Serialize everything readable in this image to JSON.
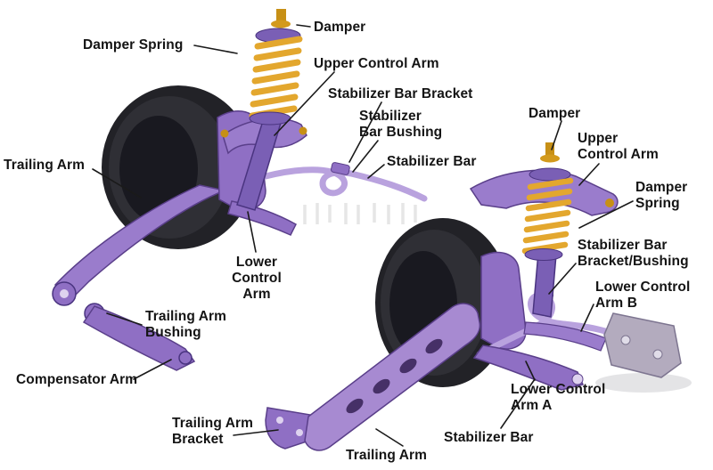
{
  "colors": {
    "background": "#ffffff",
    "label_text": "#141414",
    "tire_dark": "#222227",
    "arm_purple": "#8f6fc4",
    "arm_purple_light": "#9a7ccc",
    "strut_purple": "#7a5fb5",
    "spring_gold": "#e3a72e",
    "gold_metal": "#c79016",
    "stabilizer_lilac": "#b9a2de",
    "bracket_gray": "#b3abbe",
    "leader_line": "#1a1a1a"
  },
  "labels": [
    {
      "id": "damper-left",
      "text": "Damper"
    },
    {
      "id": "damper-spring-left",
      "text": "Damper Spring"
    },
    {
      "id": "upper-control-arm-left",
      "text": "Upper Control Arm"
    },
    {
      "id": "stabilizer-bar-bracket-left",
      "text": "Stabilizer Bar Bracket"
    },
    {
      "id": "stabilizer-bar-bushing-left",
      "text": "Stabilizer\nBar Bushing"
    },
    {
      "id": "stabilizer-bar-left",
      "text": "Stabilizer Bar"
    },
    {
      "id": "trailing-arm-left",
      "text": "Trailing Arm"
    },
    {
      "id": "lower-control-arm-left",
      "text": "Lower\nControl\nArm"
    },
    {
      "id": "trailing-arm-bushing-left",
      "text": "Trailing Arm\nBushing"
    },
    {
      "id": "compensator-arm-left",
      "text": "Compensator Arm"
    },
    {
      "id": "trailing-arm-bracket-left",
      "text": "Trailing Arm\nBracket"
    },
    {
      "id": "damper-right",
      "text": "Damper"
    },
    {
      "id": "upper-control-arm-right",
      "text": "Upper\nControl Arm"
    },
    {
      "id": "damper-spring-right",
      "text": "Damper\nSpring"
    },
    {
      "id": "stabilizer-bar-bracket-bushing-right",
      "text": "Stabilizer Bar\nBracket/Bushing"
    },
    {
      "id": "lower-control-arm-b-right",
      "text": "Lower Control\nArm B"
    },
    {
      "id": "lower-control-arm-a-right",
      "text": "Lower Control\nArm A"
    },
    {
      "id": "stabilizer-bar-right",
      "text": "Stabilizer Bar"
    },
    {
      "id": "trailing-arm-right",
      "text": "Trailing Arm"
    }
  ]
}
